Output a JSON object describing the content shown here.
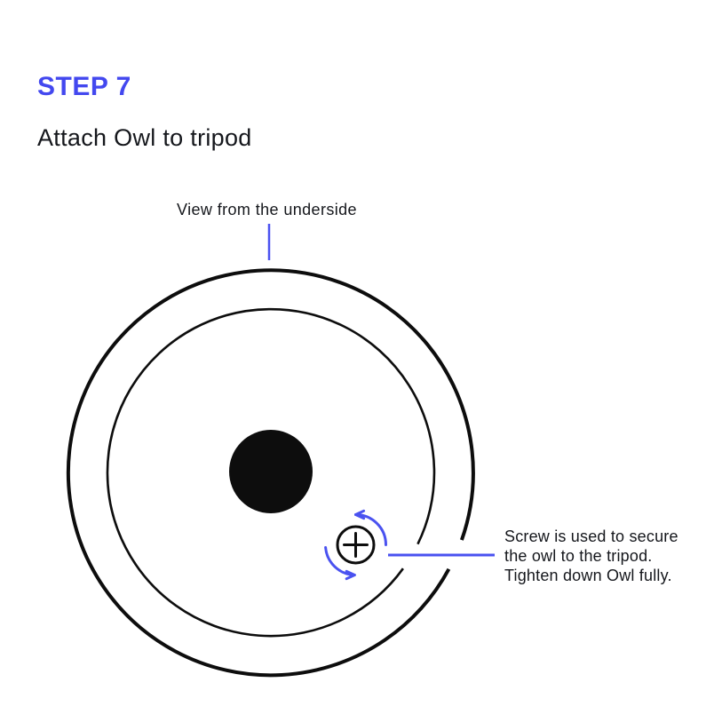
{
  "colors": {
    "accent": "#4a52f0",
    "heading": "#4348ef",
    "ink": "#15171c",
    "diagram_stroke": "#0d0d0d",
    "bg": "#ffffff"
  },
  "step": {
    "label": "STEP 7",
    "title": "Attach Owl to tripod"
  },
  "annotations": {
    "view_label": "View from the underside",
    "screw_note_lines": [
      "Screw is used to secure",
      "the owl to the tripod.",
      "Tighten down Owl fully."
    ]
  },
  "icons": {
    "screw": "phillips-screw-head-icon",
    "rotation_top": "counterclockwise-arrow-top",
    "rotation_bottom": "counterclockwise-arrow-bottom"
  }
}
